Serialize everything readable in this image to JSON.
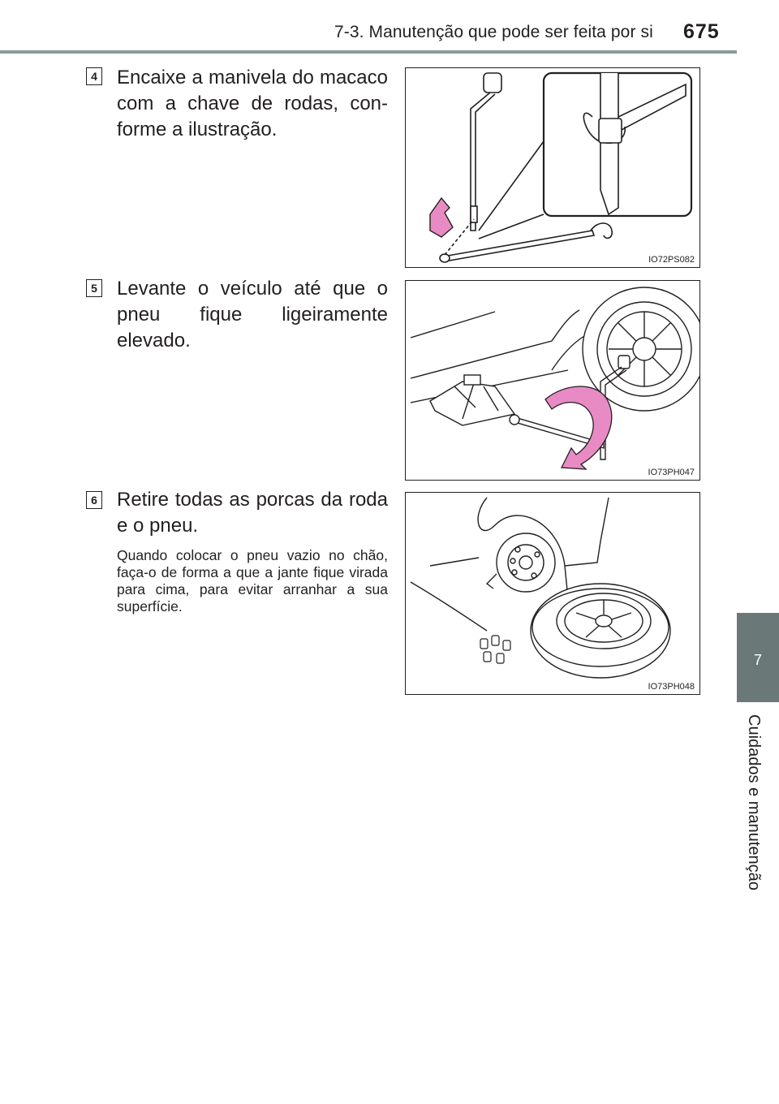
{
  "header": {
    "section_title": "7-3. Manutenção que pode ser feita por si",
    "page_number": "675"
  },
  "side_tab": {
    "chapter_number": "7",
    "chapter_label": "Cuidados e manutenção"
  },
  "steps": [
    {
      "number": "4",
      "text": "Encaixe a manivela do macaco com a chave de rodas, con-forme a ilustração.",
      "note": "",
      "figure_code": "IO72PS082",
      "figure_icon": "jack-handle-wrench-illustration"
    },
    {
      "number": "5",
      "text": "Levante o veículo até que o pneu fique ligeiramente elevado.",
      "note": "",
      "figure_code": "IO73PH047",
      "figure_icon": "raising-vehicle-jack-illustration"
    },
    {
      "number": "6",
      "text": "Retire todas as porcas da roda e o pneu.",
      "note": "Quando colocar o pneu vazio no chão, faça-o de forma a que a jante fique virada para cima, para evitar arranhar a sua superfície.",
      "figure_code": "IO73PH048",
      "figure_icon": "removed-wheel-nuts-illustration"
    }
  ],
  "colors": {
    "accent_pink": "#e88bc4",
    "tab_gray": "#6b7878",
    "rule_gray": "#8a9a9a"
  }
}
